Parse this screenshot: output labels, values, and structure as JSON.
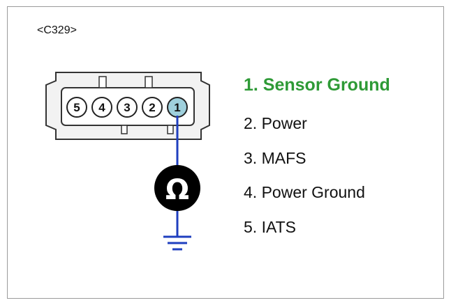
{
  "connector": {
    "id_label": "<C329>",
    "pins": [
      "5",
      "4",
      "3",
      "2",
      "1"
    ],
    "measured_pin": "1"
  },
  "meter": {
    "symbol": "Ω",
    "name": "ohm-meter"
  },
  "legend": {
    "items": [
      {
        "label": "1. Sensor Ground",
        "highlighted": true
      },
      {
        "label": "2. Power",
        "highlighted": false
      },
      {
        "label": "3. MAFS",
        "highlighted": false
      },
      {
        "label": "4. Power Ground",
        "highlighted": false
      },
      {
        "label": "5. IATS",
        "highlighted": false
      }
    ]
  },
  "colors": {
    "wire": "#1f3fbf",
    "highlight_text": "#2e9a36",
    "measured_pin_fill": "#9fd0dc",
    "meter_fill": "#000000"
  }
}
